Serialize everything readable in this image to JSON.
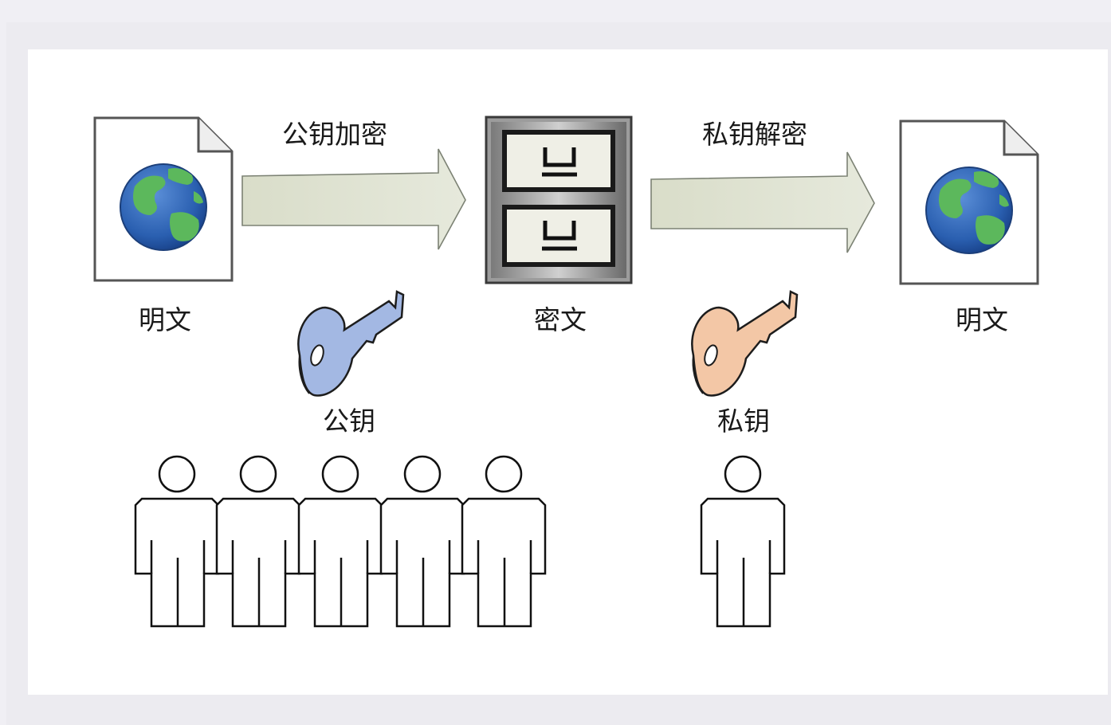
{
  "labels": {
    "plaintext_left": "明文",
    "encrypt_with_public": "公钥加密",
    "ciphertext": "密文",
    "decrypt_with_private": "私钥解密",
    "plaintext_right": "明文",
    "public_key": "公钥",
    "private_key": "私钥"
  },
  "icons": {
    "document": "document-globe-icon",
    "cabinet": "file-cabinet-icon",
    "key": "key-icon",
    "person": "person-icon",
    "arrow": "arrow-right-icon"
  },
  "colors": {
    "arrow_fill": "#e0e4d4",
    "public_key_fill": "#a3b8e3",
    "private_key_fill": "#f3c7a6",
    "globe_ocean": "#2a5fb0",
    "globe_land": "#5cb85c"
  },
  "public_group_count": 5,
  "private_group_count": 1
}
